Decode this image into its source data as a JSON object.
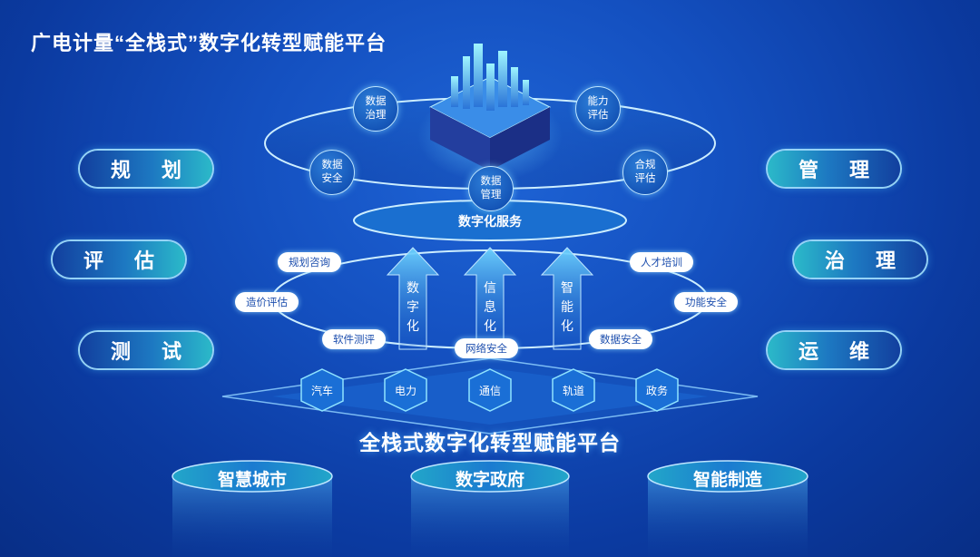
{
  "title": "广电计量“全栈式”数字化转型赋能平台",
  "left_pills": [
    "规 划",
    "评 估",
    "测 试"
  ],
  "right_pills": [
    "管 理",
    "治 理",
    "运 维"
  ],
  "top_ring_bubbles": [
    {
      "label": "数据\n治理"
    },
    {
      "label": "能力\n评估"
    },
    {
      "label": "数据\n安全"
    },
    {
      "label": "合规\n评估"
    },
    {
      "label": "数据\n管理"
    }
  ],
  "service_label": "数字化服务",
  "ring_tags": [
    "规划咨询",
    "人才培训",
    "造价评估",
    "功能安全",
    "软件测评",
    "网络安全",
    "数据安全"
  ],
  "arrows": [
    "数\n字\n化",
    "信\n息\n化",
    "智\n能\n化"
  ],
  "hexagons": [
    "汽车",
    "电力",
    "通信",
    "轨道",
    "政务"
  ],
  "platform_title": "全栈式数字化转型赋能平台",
  "drums": [
    "智慧城市",
    "数字政府",
    "智能制造"
  ],
  "colors": {
    "background": "#1450c0",
    "pill_cyan": "#2bb9c9",
    "tag_text": "#1e4fae",
    "glow": "#bfe6ff"
  }
}
